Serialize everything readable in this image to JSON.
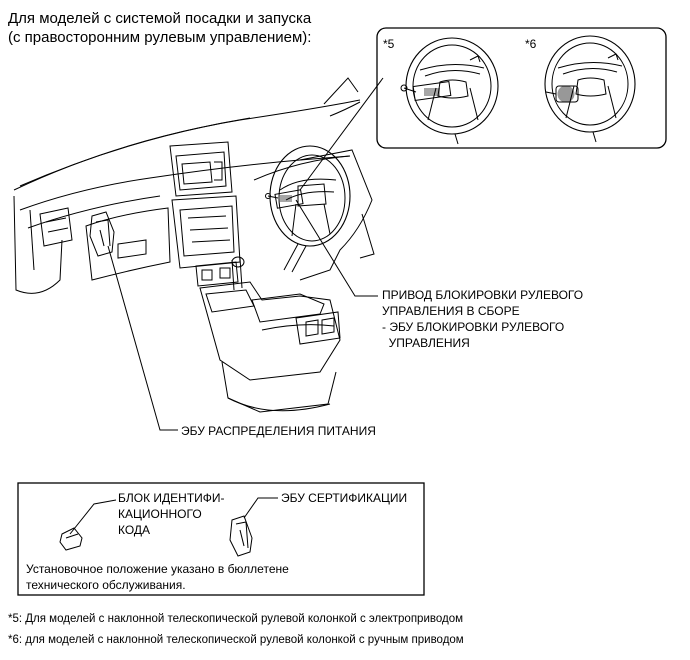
{
  "title": {
    "line1": "Для моделей с системой посадки и запуска",
    "line2": "(с правосторонним рулевым управлением):"
  },
  "inset": {
    "label_5": "*5",
    "label_6": "*6"
  },
  "callouts": {
    "actuator": {
      "line1": "ПРИВОД БЛОКИРОВКИ РУЛЕВОГО",
      "line2": "УПРАВЛЕНИЯ В СБОРЕ",
      "line3": "- ЭБУ БЛОКИРОВКИ РУЛЕВОГО",
      "line4": "  УПРАВЛЕНИЯ"
    },
    "power_ecu": "ЭБУ РАСПРЕДЕЛЕНИЯ ПИТАНИЯ"
  },
  "note_box": {
    "id_box": {
      "line1": "БЛОК ИДЕНТИФИ-",
      "line2": "КАЦИОННОГО",
      "line3": "КОДА"
    },
    "cert_ecu": "ЭБУ СЕРТИФИКАЦИИ",
    "note_line1": "Установочное положение указано в бюллетене",
    "note_line2": "технического обслуживания."
  },
  "footnotes": {
    "f5": "*5: Для моделей с наклонной телескопической рулевой колонкой с электроприводом",
    "f6": "*6: для моделей с наклонной телескопической рулевой колонкой с ручным приводом"
  }
}
